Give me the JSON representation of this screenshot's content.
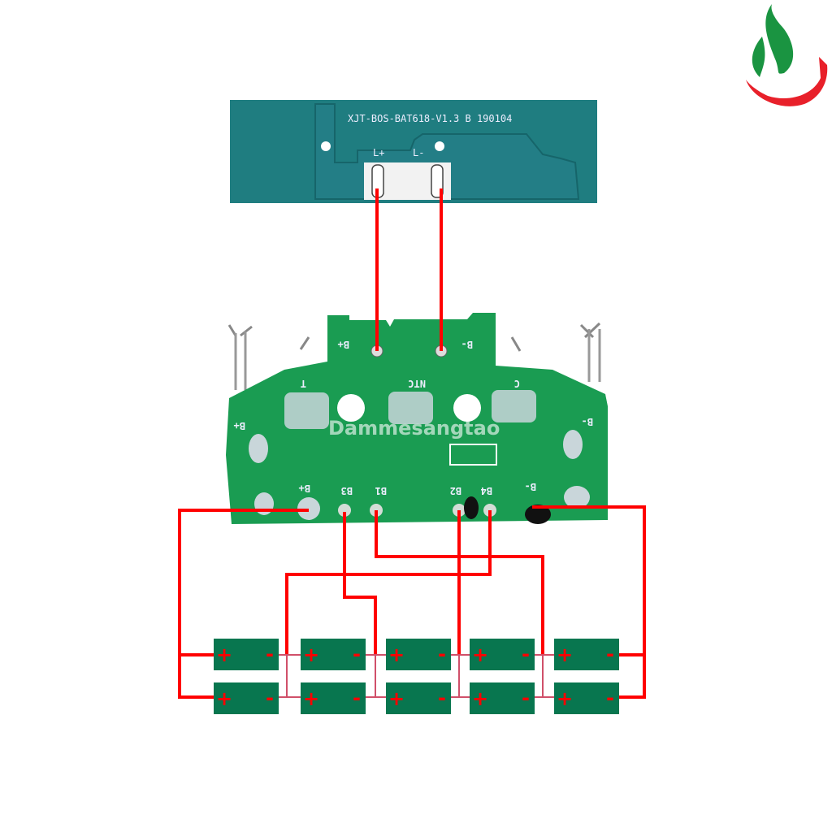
{
  "protection_board": {
    "model_text": "XJT-BOS-BAT618-V1.3 B 190104",
    "load_plus": "L+",
    "load_minus": "L-"
  },
  "main_board": {
    "watermark": "Dammesangtao",
    "labels": {
      "b_plus_top": "B+",
      "b_minus_top": "B-",
      "t": "T",
      "ntc": "NTC",
      "c": "C",
      "b_plus_left": "B+",
      "b_minus_right": "B-",
      "b_plus_bottom": "B+",
      "b3": "B3",
      "b1": "B1",
      "b2": "B2",
      "b4": "B4",
      "b_minus_bottom": "B-"
    }
  },
  "cells": {
    "plus_symbol": "+",
    "minus_symbol": "-",
    "rows": 2,
    "series_count": 5
  },
  "colors": {
    "wire": "#ff0000",
    "cell": "#08764f",
    "board": "#1a9c52",
    "small_board": "#1f7d80"
  },
  "logo": {
    "name": "flame-gear-logo"
  }
}
